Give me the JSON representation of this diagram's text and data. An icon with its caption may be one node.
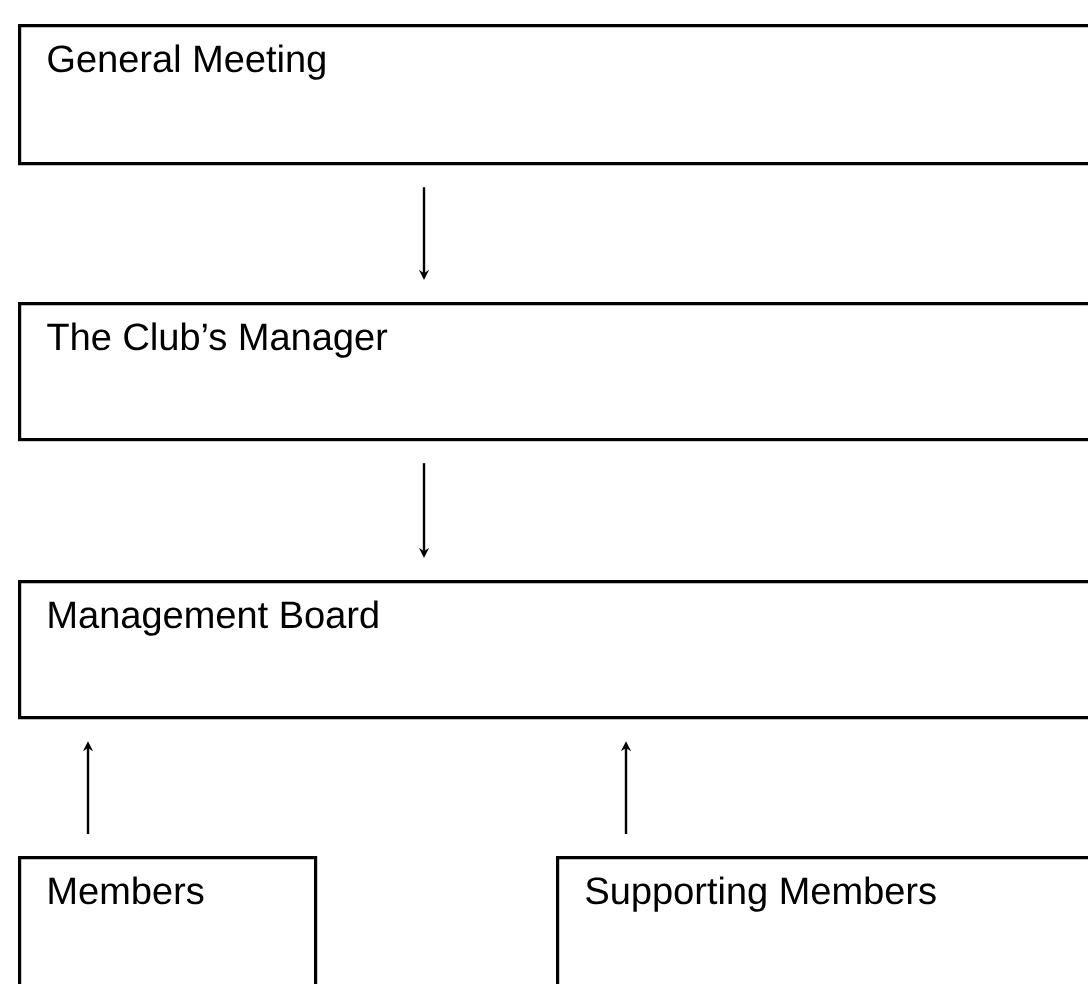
{
  "diagram": {
    "nodes": [
      {
        "text": [
          "General Meeting"
        ]
      },
      {
        "text": [
          "The Club’s Manager"
        ]
      },
      {
        "text": [
          "Management Board"
        ]
      },
      {
        "text": [
          "Members"
        ]
      },
      {
        "text": [
          "Supporting Members"
        ]
      }
    ],
    "edges": [
      {
        "from": 0,
        "to": 1,
        "arrow": "to"
      },
      {
        "from": 1,
        "to": 2,
        "arrow": "to"
      },
      {
        "from": 3,
        "to": 2,
        "arrow": "to"
      },
      {
        "from": 4,
        "to": 2,
        "arrow": "to"
      }
    ]
  }
}
